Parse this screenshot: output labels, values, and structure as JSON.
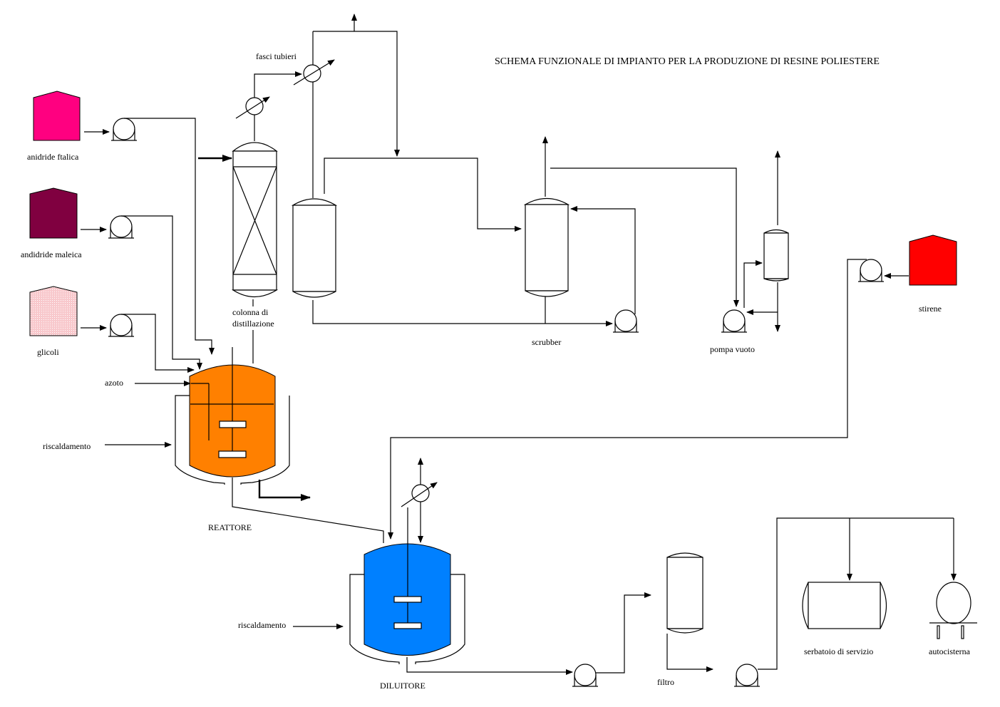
{
  "title": "SCHEMA FUNZIONALE DI IMPIANTO PER LA PRODUZIONE DI RESINE POLIESTERE",
  "colors": {
    "anidride_ftalica": "#ff0080",
    "andidride_maleica": "#800040",
    "glicoli": "#f8c8cc",
    "stirene": "#ff0000",
    "reattore": "#ff8000",
    "diluitore": "#0080ff"
  },
  "labels": {
    "anidride_ftalica": "anidride ftalica",
    "andidride_maleica": "andidride maleica",
    "glicoli": "glicoli",
    "fasci_tubieri": "fasci tubieri",
    "colonna_line1": "colonna di",
    "colonna_line2": "distillazione",
    "scrubber": "scrubber",
    "pompa_vuoto": "pompa vuoto",
    "stirene": "stirene",
    "azoto": "azoto",
    "riscaldamento_reattore": "riscaldamento",
    "reattore": "REATTORE",
    "riscaldamento_diluitore": "riscaldamento",
    "diluitore": "DILUITORE",
    "filtro": "filtro",
    "serbatoio": "serbatoio di servizio",
    "autocisterna": "autocisterna"
  }
}
